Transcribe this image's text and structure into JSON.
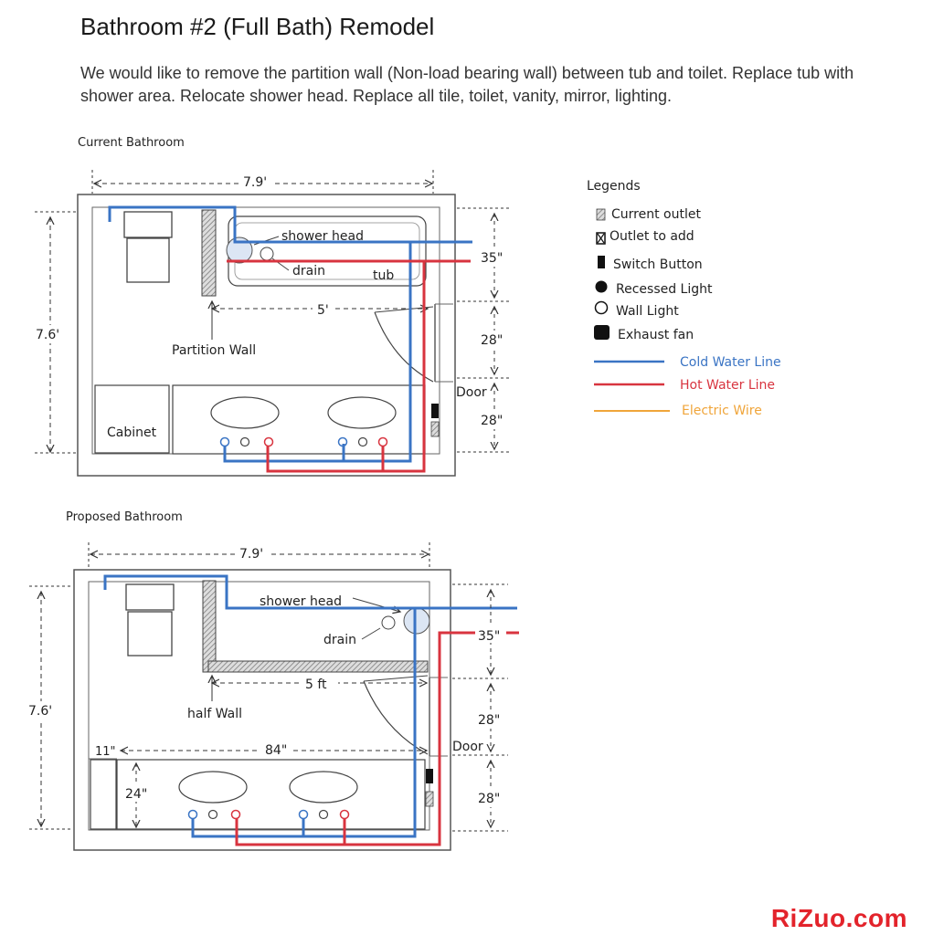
{
  "header": {
    "title": "Bathroom #2 (Full Bath) Remodel",
    "description": "We would like to remove the partition wall (Non-load bearing wall) between tub and toilet. Replace tub with shower area. Relocate shower head. Replace all tile, toilet, vanity, mirror, lighting."
  },
  "current": {
    "heading": "Current Bathroom",
    "width_dim": "7.9'",
    "height_dim": "7.6'",
    "tub_dim": "5'",
    "right_dims": [
      "35\"",
      "28\"",
      "28\""
    ],
    "door": "Door",
    "shower_head": "shower head",
    "drain": "drain",
    "tub": "tub",
    "partition": "Partition Wall",
    "cabinet": "Cabinet"
  },
  "proposed": {
    "heading": "Proposed Bathroom",
    "width_dim": "7.9'",
    "height_dim": "7.6'",
    "shower_dim": "5 ft",
    "right_dims": [
      "35\"",
      "28\"",
      "28\""
    ],
    "door": "Door",
    "shower_head": "shower head",
    "drain": "drain",
    "half_wall": "half Wall",
    "gap_dim": "11\"",
    "vanity_dim": "84\"",
    "depth_dim": "24\""
  },
  "legend": {
    "title": "Legends",
    "items": [
      {
        "label": "Current outlet",
        "icon": "hatched-outlet-icon"
      },
      {
        "label": "Outlet to add",
        "icon": "outlet-add-icon"
      },
      {
        "label": "Switch Button",
        "icon": "switch-icon"
      },
      {
        "label": "Recessed Light",
        "icon": "recessed-light-icon"
      },
      {
        "label": "Wall Light",
        "icon": "wall-light-icon"
      },
      {
        "label": "Exhaust fan",
        "icon": "exhaust-fan-icon"
      }
    ],
    "lines": [
      {
        "label": "Cold Water Line",
        "color": "#3a74c4"
      },
      {
        "label": "Hot Water Line",
        "color": "#d8343f"
      },
      {
        "label": "Electric Wire",
        "color": "#f0a53a"
      }
    ]
  },
  "watermark": "RiZuo.com"
}
